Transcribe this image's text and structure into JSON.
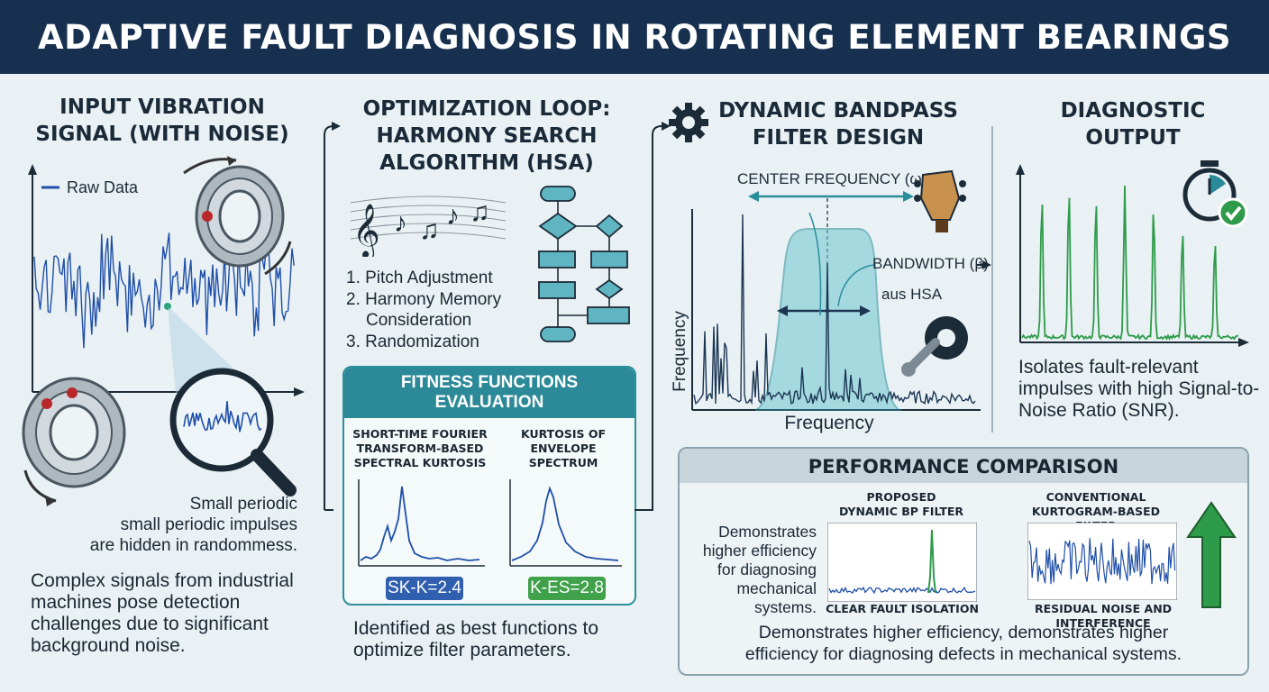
{
  "header": {
    "title": "ADAPTIVE FAULT DIAGNOSIS IN ROTATING ELEMENT BEARINGS"
  },
  "input": {
    "title_line1": "INPUT VIBRATION",
    "title_line2": "SIGNAL (WITH NOISE)",
    "legend": "Raw Data",
    "caption_line1": "Small periodic",
    "caption_line2": "small periodic impulses",
    "caption_line3": "are hidden in randommess.",
    "description": "Complex signals from industrial machines pose detection challenges due to significant background noise."
  },
  "hsa": {
    "title_line1": "OPTIMIZATION LOOP:",
    "title_line2": "HARMONY SEARCH",
    "title_line3": "ALGORITHM (HSA)",
    "steps": [
      "1. Pitch Adjustment",
      "2. Harmony Memory",
      "Consideration",
      "3. Randomization"
    ]
  },
  "fitness": {
    "title_line1": "FITNESS FUNCTIONS",
    "title_line2": "EVALUATION",
    "left_label": [
      "SHORT-TIME FOURIER",
      "TRANSFORM-BASED",
      "SPECTRAL KURTOSIS"
    ],
    "right_label": [
      "KURTOSIS OF",
      "ENVELOPE",
      "SPECTRUM"
    ],
    "left_badge": "SK-K=2.4",
    "right_badge": "K-ES=2.8",
    "footer": "Identified as best functions to optimize filter parameters."
  },
  "filter": {
    "title_line1": "DYNAMIC BANDPASS",
    "title_line2": "FILTER DESIGN",
    "center_label": "CENTER FREQUENCY (ω",
    "center_sub": "c",
    "center_close": ")",
    "bandwidth_label": "BANDWIDTH (β)",
    "from_hsa": "aus HSA",
    "y_label": "Frequency",
    "x_label": "Frequency"
  },
  "output": {
    "title_line1": "DIAGNOSTIC",
    "title_line2": "OUTPUT",
    "description": "Isolates fault-relevant impulses with high Signal-to-Noise Ratio (SNR)."
  },
  "performance": {
    "title": "PERFORMANCE COMPARISON",
    "left_text": [
      "Demonstrates",
      "higher efficiency",
      "for diagnosing",
      "mechanical",
      "systems."
    ],
    "proposed_label": [
      "PROPOSED",
      "DYNAMIC BP FILTER"
    ],
    "proposed_caption": "CLEAR FAULT ISOLATION",
    "conventional_label": [
      "CONVENTIONAL",
      "KURTOGRAM-BASED FILTER"
    ],
    "conventional_caption": "RESIDUAL NOISE AND INTERFERENCE",
    "footer_line1": "Demonstrates higher efficiency, demonstrates higher",
    "footer_line2": "efficiency for diagnosing defects in mechanical systems."
  },
  "colors": {
    "header_bg": "#17304f",
    "accent_teal": "#2c8a98",
    "signal_blue": "#1f4fa8",
    "output_green": "#2e9b4a",
    "badge_blue": "#2f5fae",
    "badge_green": "#3fa14a"
  },
  "icons": [
    "bearing-icon",
    "magnifier-icon",
    "music-notes-icon",
    "flowchart-icon",
    "gear-icon",
    "guitar-headstock-icon",
    "wrench-gear-icon",
    "stopwatch-check-icon",
    "up-arrow-icon"
  ]
}
